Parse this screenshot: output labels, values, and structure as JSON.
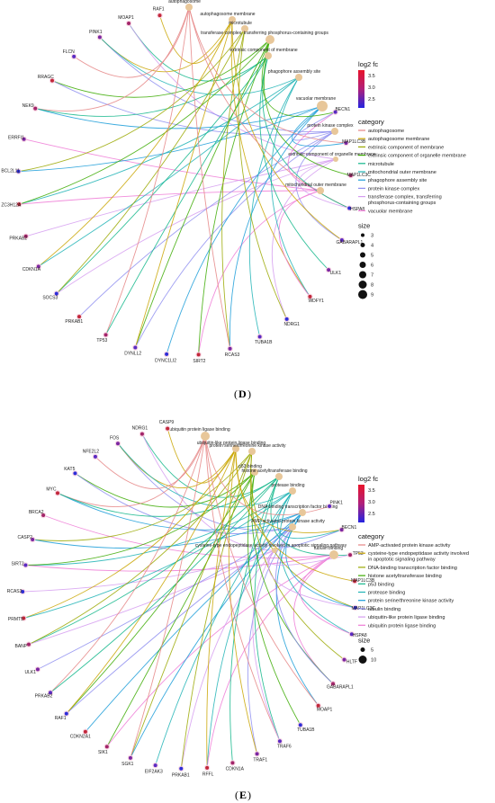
{
  "panels": [
    {
      "id": "D",
      "panel_label": "D",
      "legend": {
        "color_title": "log2 fc",
        "color_ticks": [
          "3.5",
          "3.0",
          "2.5"
        ],
        "category_title": "category",
        "size_title": "size",
        "size_ticks": [
          "3",
          "4",
          "5",
          "6",
          "7",
          "8",
          "9"
        ],
        "categories": [
          {
            "name": "autophagosome",
            "color": "#E58585"
          },
          {
            "name": "autophagosome membrane",
            "color": "#C9A400"
          },
          {
            "name": "extrinsic component of membrane",
            "color": "#9AA800"
          },
          {
            "name": "extrinsic component of organelle membrane",
            "color": "#3BAA00"
          },
          {
            "name": "microtubule",
            "color": "#11B68A"
          },
          {
            "name": "mitochondrial outer membrane",
            "color": "#1FB3B5"
          },
          {
            "name": "phagophore assembly site",
            "color": "#1A9CD8"
          },
          {
            "name": "protein kinase complex",
            "color": "#8E8EF0"
          },
          {
            "name": "transferase complex, transferring phosphorus-containing groups",
            "color": "#D59CF0"
          },
          {
            "name": "vacuolar membrane",
            "color": "#EE7AD6"
          }
        ]
      },
      "category_nodes": [
        "autophagosome",
        "autophagosome membrane",
        "microtubule",
        "transferase complex, transferring phosphorus-containing groups",
        "extrinsic component of membrane",
        "phagophore assembly site",
        "vacuolar membrane",
        "protein kinase complex",
        "extrinsic component of organelle membrane",
        "mitochondrial outer membrane"
      ],
      "genes": [
        "RAF1",
        "MOAP1",
        "PINK1",
        "FLCN",
        "RRAGC",
        "NEK9",
        "ERRFI1",
        "BCL2L11",
        "ZC3H12A",
        "PRKAB2",
        "CDKN1A",
        "SOCS3",
        "PRKAB1",
        "TP53",
        "DYNLL2",
        "DYNC1LI2",
        "SIRT2",
        "RCAS3",
        "TUBA1B",
        "NDRG1",
        "WDFY1",
        "ULK1",
        "GABARAPL1",
        "HSPA8",
        "MAP1LC3C",
        "MAP1LC3B",
        "BECN1"
      ]
    },
    {
      "id": "E",
      "panel_label": "E",
      "legend": {
        "color_title": "log2 fc",
        "color_ticks": [
          "3.5",
          "3.0",
          "2.5"
        ],
        "category_title": "category",
        "size_title": "size",
        "size_ticks": [
          "5",
          "10"
        ],
        "categories": [
          {
            "name": "AMP-activated protein kinase activity",
            "color": "#E58585"
          },
          {
            "name": "cysteine-type endopeptidase activity involved in apoptotic signaling pathway",
            "color": "#C9A400"
          },
          {
            "name": "DNA-binding transcription factor binding",
            "color": "#9AA800"
          },
          {
            "name": "histone acetyltransferase binding",
            "color": "#3BAA00"
          },
          {
            "name": "p53 binding",
            "color": "#11B68A"
          },
          {
            "name": "protease binding",
            "color": "#1FB3B5"
          },
          {
            "name": "protein serine/threonine kinase activity",
            "color": "#1A9CD8"
          },
          {
            "name": "tubulin binding",
            "color": "#8E8EF0"
          },
          {
            "name": "ubiquitin-like protein ligase binding",
            "color": "#D59CF0"
          },
          {
            "name": "ubiquitin protein ligase binding",
            "color": "#EE7AD6"
          }
        ]
      },
      "category_nodes": [
        "ubiquitin protein ligase binding",
        "ubiquitin-like protein ligase binding",
        "protein serine/threonine kinase activity",
        "p53 binding",
        "histone acetyltransferase binding",
        "protease binding",
        "DNA-binding transcription factor binding",
        "AMP-activated protein kinase activity",
        "cysteine-type endopeptidase activity involved in apoptotic signaling pathway",
        "tubulin binding"
      ],
      "genes": [
        "CASP9",
        "NDRG1",
        "FOS",
        "NFE2L2",
        "KAT5",
        "MYC",
        "BRCA2",
        "CASP2",
        "SIRT2",
        "RCAS3",
        "PRMT5",
        "BANP",
        "ULK1",
        "PRKAB2",
        "RAF1",
        "CDKN2A1",
        "SIK1",
        "SGK1",
        "EIF2AK3",
        "PRKAB1",
        "RFFL",
        "CDKN1A",
        "TRAF1",
        "TRAF6",
        "TUBA1B",
        "MOAP1",
        "GABARAPL1",
        "HLTF",
        "HSPA8",
        "MAP1LC3C",
        "MAP1LC3B",
        "TP53",
        "BECN1",
        "PINK1"
      ]
    }
  ]
}
